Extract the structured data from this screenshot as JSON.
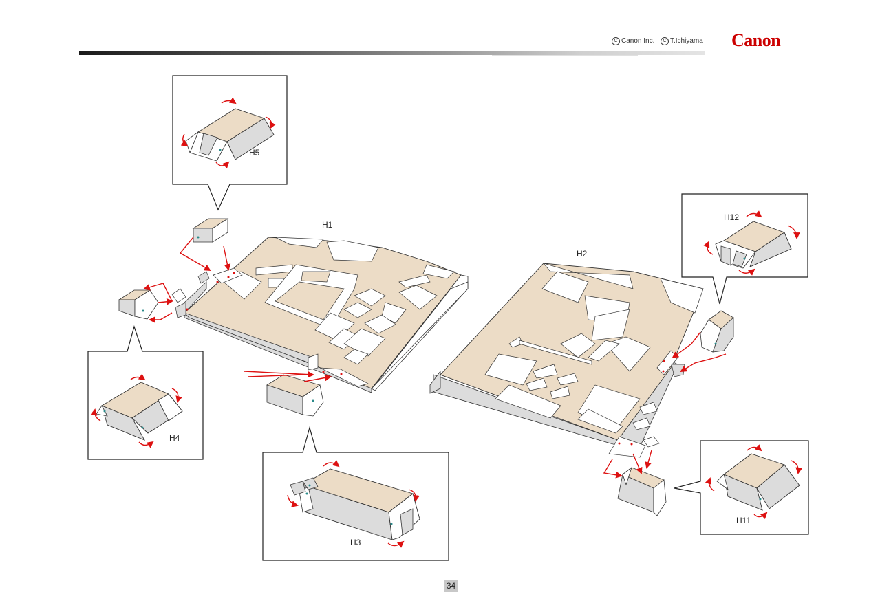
{
  "header": {
    "credit_canon": "Canon Inc.",
    "credit_author": "T.Ichiyama",
    "copyright_symbol": "C",
    "logo_text": "Canon",
    "logo_color": "#cc0000"
  },
  "colors": {
    "board": "#ecdcc6",
    "arrow": "#dd1111",
    "side": "#dcdcdc",
    "outline": "#333333"
  },
  "labels": {
    "h1": "H1",
    "h2": "H2",
    "h3": "H3",
    "h4": "H4",
    "h5": "H5",
    "h11": "H11",
    "h12": "H12"
  },
  "page_number": "34"
}
